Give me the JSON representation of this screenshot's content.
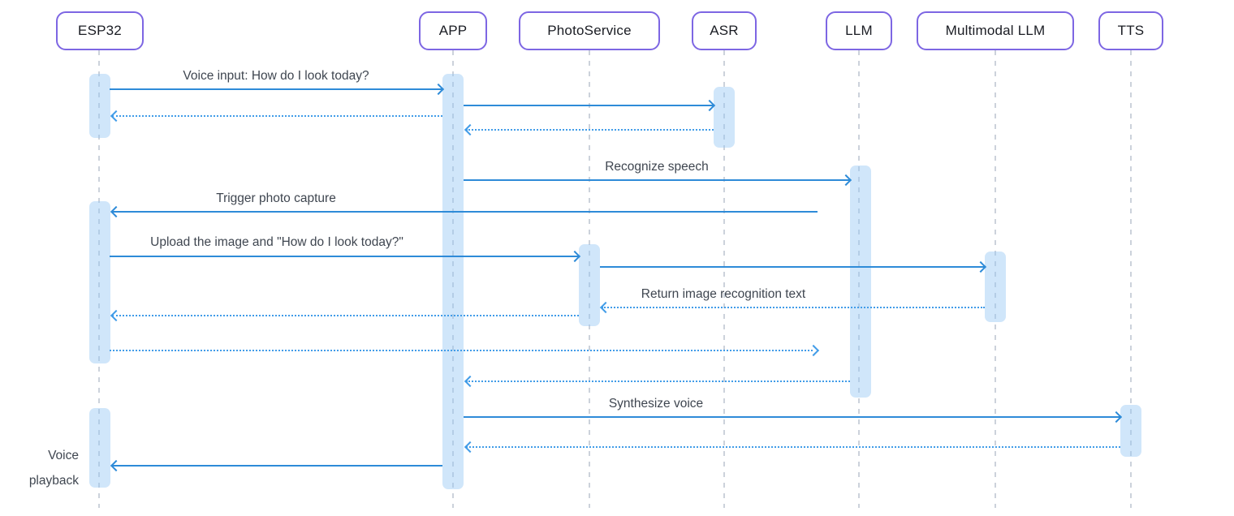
{
  "diagram": {
    "type": "sequence",
    "participants": [
      {
        "label": "ESP32"
      },
      {
        "label": "APP"
      },
      {
        "label": "PhotoService"
      },
      {
        "label": "ASR"
      },
      {
        "label": "LLM"
      },
      {
        "label": "Multimodal LLM"
      },
      {
        "label": "TTS"
      }
    ],
    "messages": [
      {
        "from": "ESP32",
        "to": "APP",
        "style": "solid",
        "label": "Voice input: How do I look today?"
      },
      {
        "from": "APP",
        "to": "ASR",
        "style": "solid",
        "label": ""
      },
      {
        "from": "APP",
        "to": "ESP32",
        "style": "dashed",
        "label": ""
      },
      {
        "from": "ASR",
        "to": "APP",
        "style": "dashed",
        "label": ""
      },
      {
        "from": "APP",
        "to": "LLM",
        "style": "solid",
        "label": "Recognize speech"
      },
      {
        "from": "LLM",
        "to": "ESP32",
        "style": "solid",
        "label": "Trigger photo capture"
      },
      {
        "from": "ESP32",
        "to": "PhotoService",
        "style": "solid",
        "label": "Upload the image and \"How do I look today?\""
      },
      {
        "from": "PhotoService",
        "to": "Multimodal LLM",
        "style": "solid",
        "label": ""
      },
      {
        "from": "Multimodal LLM",
        "to": "PhotoService",
        "style": "dashed",
        "label": "Return image recognition text"
      },
      {
        "from": "PhotoService",
        "to": "ESP32",
        "style": "dashed",
        "label": ""
      },
      {
        "from": "ESP32",
        "to": "LLM",
        "style": "dashed",
        "label": ""
      },
      {
        "from": "LLM",
        "to": "APP",
        "style": "dashed",
        "label": ""
      },
      {
        "from": "APP",
        "to": "TTS",
        "style": "solid",
        "label": "Synthesize voice"
      },
      {
        "from": "TTS",
        "to": "APP",
        "style": "dashed",
        "label": ""
      },
      {
        "from": "APP",
        "to": "ESP32",
        "style": "solid",
        "label": "Voice playback"
      }
    ],
    "colors": {
      "solid_arrow": "#2e8bd8",
      "dashed_arrow": "#419ce8",
      "activation_fill": "#cfe7fb",
      "participant_border": "#7d66e3",
      "participant_text": "#1a1c23",
      "label_text": "#3f4650",
      "lifeline": "#ccd2db",
      "background": "#ffffff"
    }
  }
}
